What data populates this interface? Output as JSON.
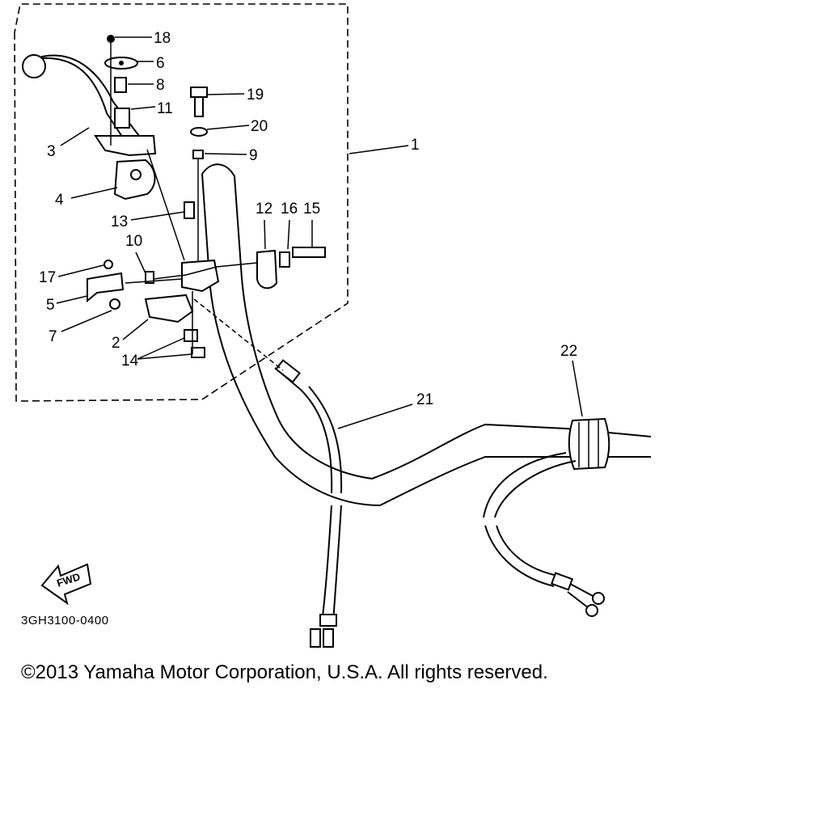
{
  "diagram": {
    "part_numbers": [
      "18",
      "6",
      "8",
      "11",
      "19",
      "20",
      "9",
      "1",
      "3",
      "4",
      "13",
      "12",
      "16",
      "15",
      "10",
      "17",
      "5",
      "7",
      "2",
      "14",
      "22",
      "21"
    ],
    "direction_label": "FWD",
    "diagram_code": "3GH3100-0400"
  },
  "footer": {
    "copyright": "©2013 Yamaha Motor Corporation, U.S.A. All rights reserved."
  }
}
